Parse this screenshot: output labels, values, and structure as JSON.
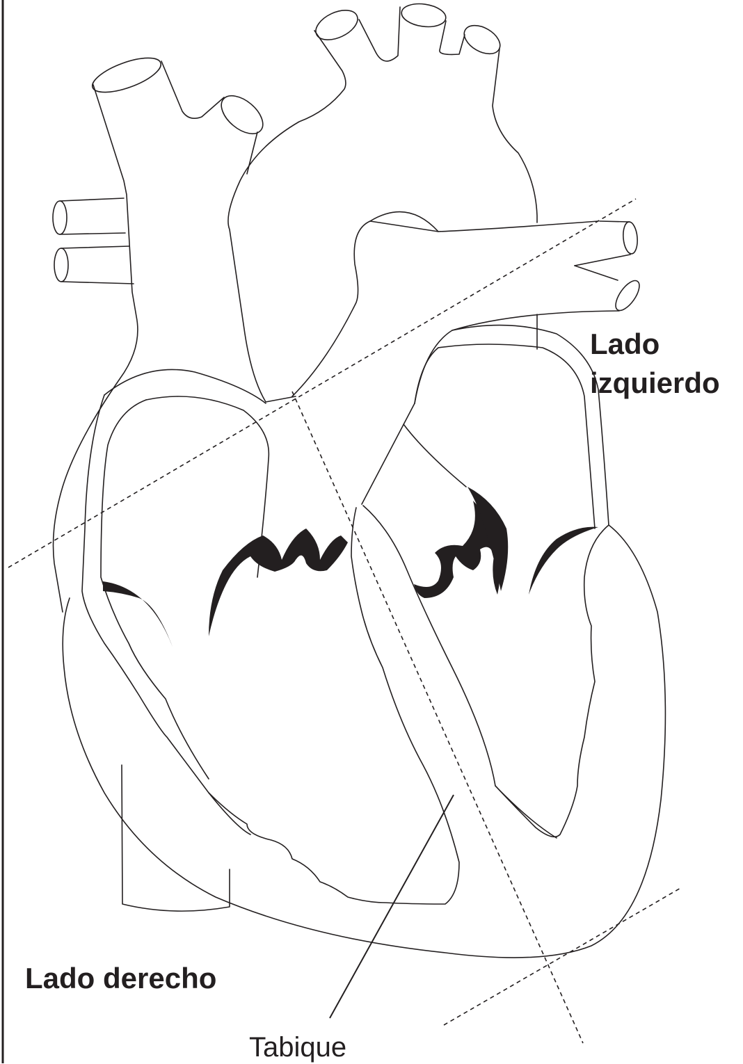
{
  "labels": {
    "left_side_line1": "Lado",
    "left_side_line2": "izquierdo",
    "right_side": "Lado derecho",
    "septum": "Tabique"
  },
  "colors": {
    "line": "#231f20",
    "background": "#ffffff",
    "valve_fill": "#231f20"
  }
}
